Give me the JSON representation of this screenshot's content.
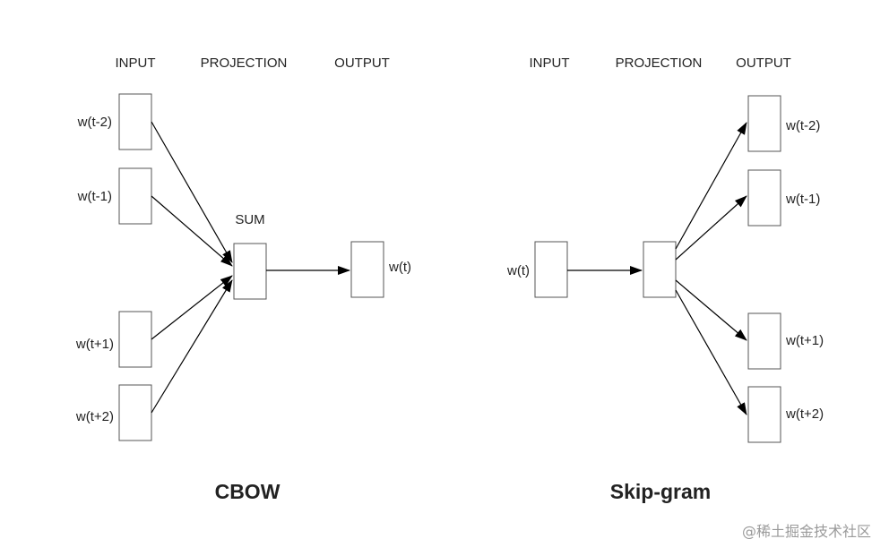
{
  "cbow": {
    "headers": {
      "input": "INPUT",
      "projection": "PROJECTION",
      "output": "OUTPUT"
    },
    "inputs": [
      "w(t-2)",
      "w(t-1)",
      "w(t+1)",
      "w(t+2)"
    ],
    "projection_label": "SUM",
    "output": "w(t)",
    "title": "CBOW"
  },
  "skipgram": {
    "headers": {
      "input": "INPUT",
      "projection": "PROJECTION",
      "output": "OUTPUT"
    },
    "input": "w(t)",
    "outputs": [
      "w(t-2)",
      "w(t-1)",
      "w(t+1)",
      "w(t+2)"
    ],
    "title": "Skip-gram"
  },
  "watermark": "@稀土掘金技术社区"
}
